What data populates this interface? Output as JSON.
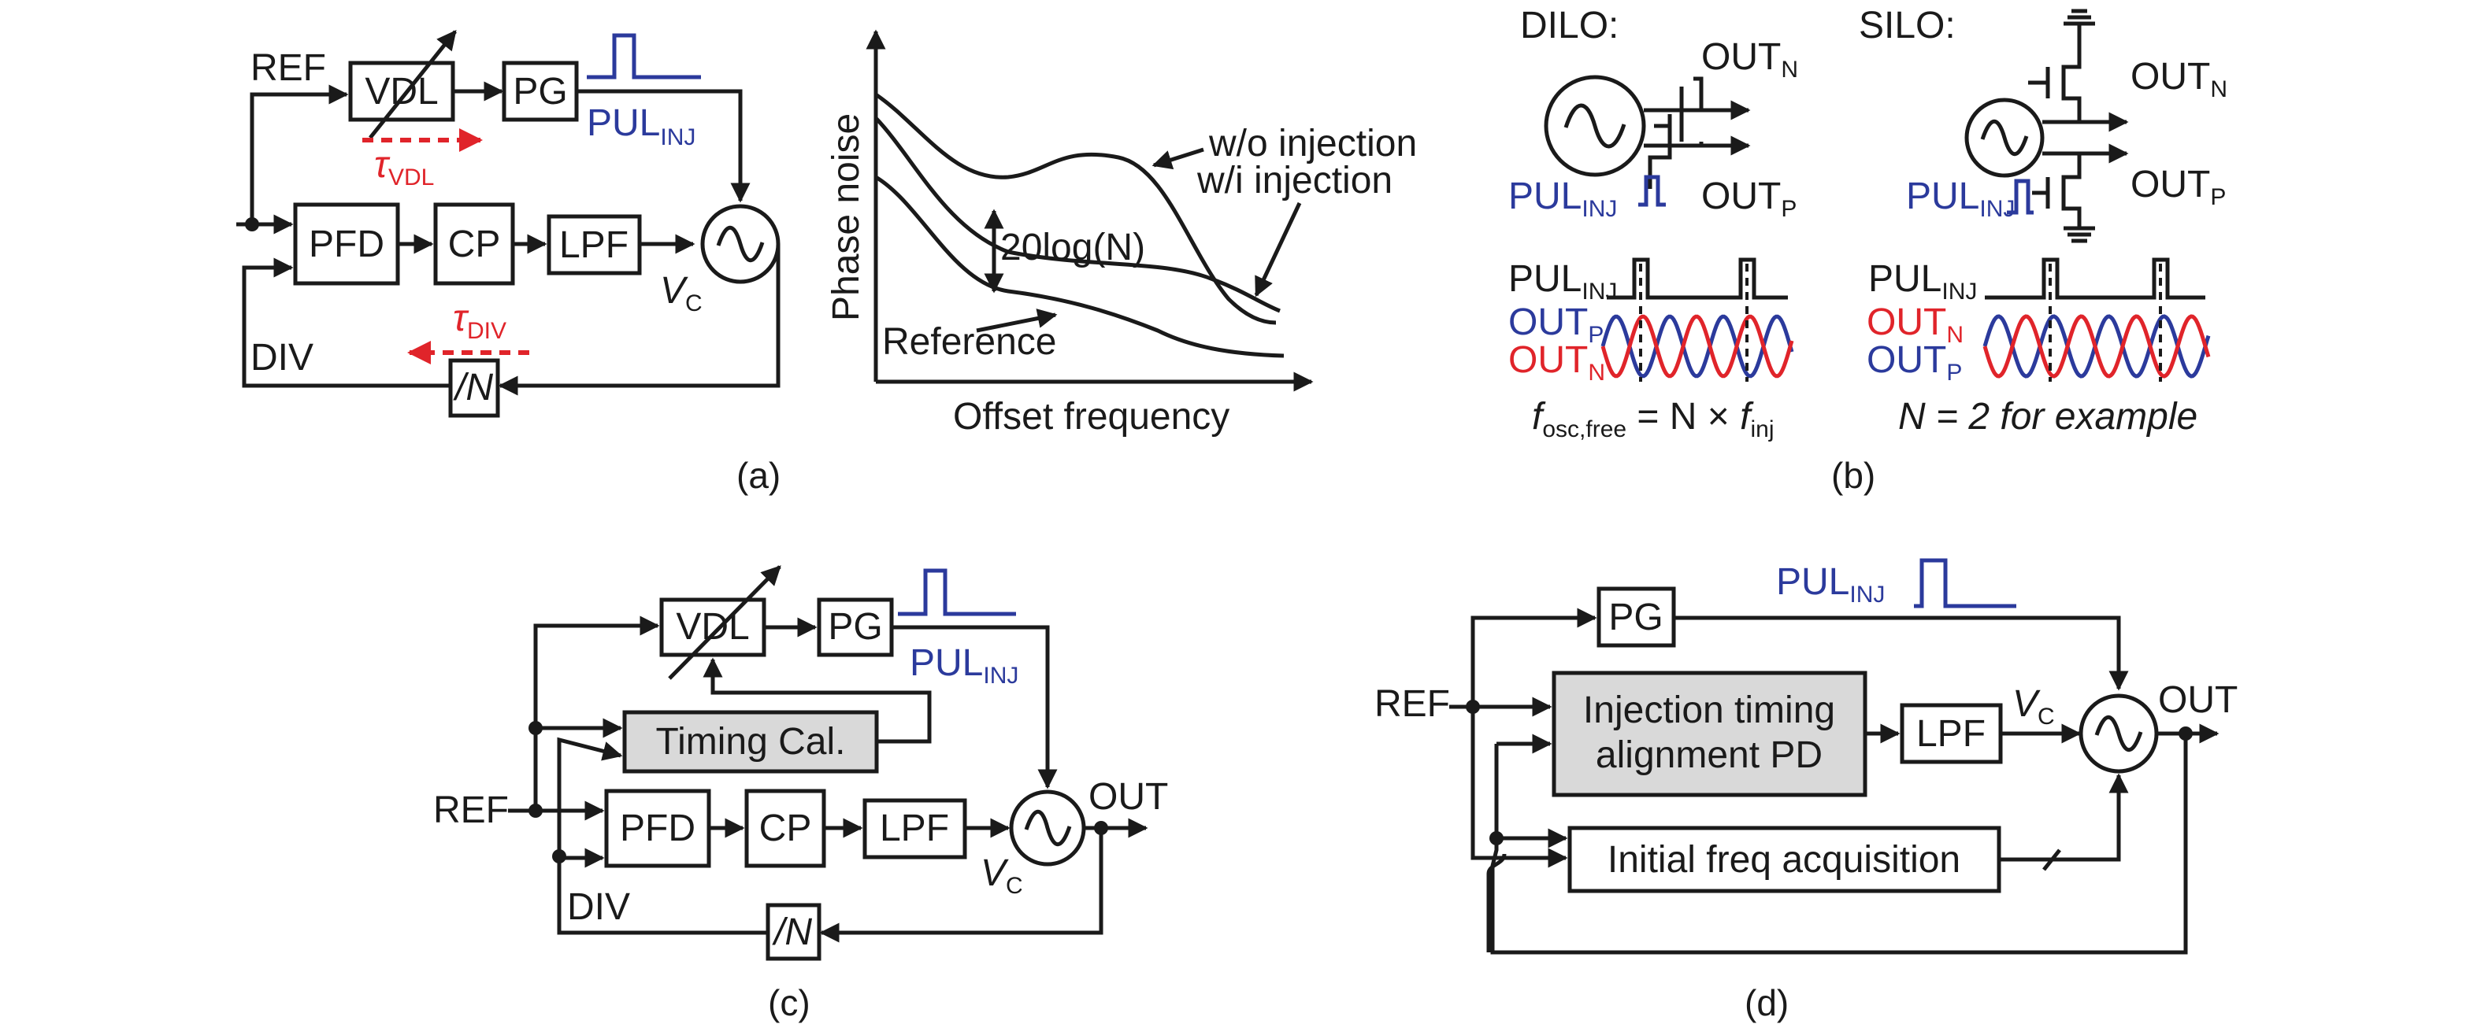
{
  "panel_a": {
    "caption": "(a)",
    "blocks": {
      "vdl": "VDL",
      "pg": "PG",
      "pfd": "PFD",
      "cp": "CP",
      "lpf": "LPF",
      "div_n": "/N"
    },
    "labels": {
      "ref": "REF",
      "div": "DIV",
      "pul": "PUL",
      "pul_sub": "INJ",
      "vc": "V",
      "vc_sub": "C",
      "tau_vdl": "τ",
      "tau_vdl_sub": "VDL",
      "tau_div": "τ",
      "tau_div_sub": "DIV"
    }
  },
  "phase_noise_plot": {
    "ylabel": "Phase noise",
    "xlabel": "Offset frequency",
    "curves": {
      "without": "w/o injection",
      "with": "w/i injection",
      "reference": "Reference"
    },
    "delta_label": "20log(N)"
  },
  "panel_b": {
    "caption": "(b)",
    "dilo_title": "DILO:",
    "silo_title": "SILO:",
    "out": "OUT",
    "sub_n": "N",
    "sub_p": "P",
    "pul": "PUL",
    "pul_sub": "INJ",
    "dilo_formula": {
      "f": "f",
      "f_sub": "osc,free",
      "mid": " = N × ",
      "f2": "f",
      "f2_sub": "inj"
    },
    "silo_note": "N = 2 for example"
  },
  "panel_c": {
    "caption": "(c)",
    "blocks": {
      "vdl": "VDL",
      "pg": "PG",
      "timing": "Timing Cal.",
      "pfd": "PFD",
      "cp": "CP",
      "lpf": "LPF",
      "div_n": "/N"
    },
    "labels": {
      "ref": "REF",
      "div": "DIV",
      "out": "OUT",
      "pul": "PUL",
      "pul_sub": "INJ",
      "vc": "V",
      "vc_sub": "C"
    }
  },
  "panel_d": {
    "caption": "(d)",
    "blocks": {
      "pg": "PG",
      "itapd_line1": "Injection timing",
      "itapd_line2": "alignment PD",
      "lpf": "LPF",
      "init": "Initial freq acquisition"
    },
    "labels": {
      "ref": "REF",
      "out": "OUT",
      "pul": "PUL",
      "pul_sub": "INJ",
      "vc": "V",
      "vc_sub": "C"
    }
  },
  "colors": {
    "injection_pulse": "#2b3a9c",
    "delay_arrow": "#e0242a",
    "highlight_block": "#d9d9d9"
  }
}
